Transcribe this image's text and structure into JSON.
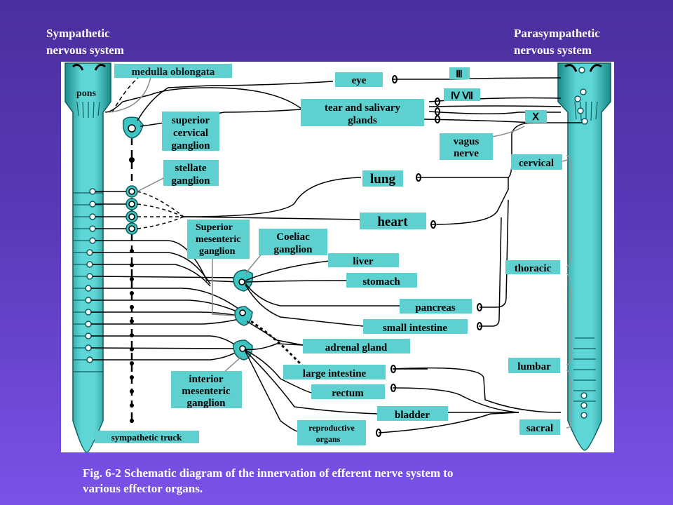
{
  "headers": {
    "sympathetic_line1": "Sympathetic",
    "sympathetic_line2": "nervous system",
    "parasympathetic_line1": "Parasympathetic",
    "parasympathetic_line2": "nervous system"
  },
  "labels": {
    "medulla": "medulla oblongata",
    "pons": "pons",
    "superior_cervical_1": "superior",
    "superior_cervical_2": "cervical",
    "superior_cervical_3": "ganglion",
    "stellate_1": "stellate",
    "stellate_2": "ganglion",
    "sup_mesenteric_1": "Superior",
    "sup_mesenteric_2": "mesenteric",
    "sup_mesenteric_3": "ganglion",
    "coeliac_1": "Coeliac",
    "coeliac_2": "ganglion",
    "inf_mesenteric_1": "interior",
    "inf_mesenteric_2": "mesenteric",
    "inf_mesenteric_3": "ganglion",
    "sympathetic_truck": "sympathetic truck",
    "vagus_1": "vagus",
    "vagus_2": "nerve",
    "cranial_3": "Ⅲ",
    "cranial_7_9": "Ⅳ Ⅶ",
    "cranial_10": "Ⅹ",
    "cervical": "cervical",
    "thoracic": "thoracic",
    "lumbar": "lumbar",
    "sacral": "sacral"
  },
  "organs": {
    "eye": "eye",
    "tear_1": "tear and salivary",
    "tear_2": "glands",
    "lung": "lung",
    "heart": "heart",
    "liver": "liver",
    "stomach": "stomach",
    "pancreas": "pancreas",
    "small_intestine": "small intestine",
    "adrenal": "adrenal gland",
    "large_intestine": "large intestine",
    "rectum": "rectum",
    "bladder": "bladder",
    "repro_1": "reproductive",
    "repro_2": "organs"
  },
  "caption": {
    "line1": "Fig. 6-2 Schematic diagram of the innervation of efferent nerve system to",
    "line2": "various effector organs."
  },
  "colors": {
    "background_top": "#4a2f9e",
    "background_bottom": "#7a52e8",
    "teal": "#3fc4c4",
    "teal_dark": "#1a8a8a",
    "label_box": "#5fd0d0",
    "line": "#000000",
    "text": "#1a1a1a"
  }
}
